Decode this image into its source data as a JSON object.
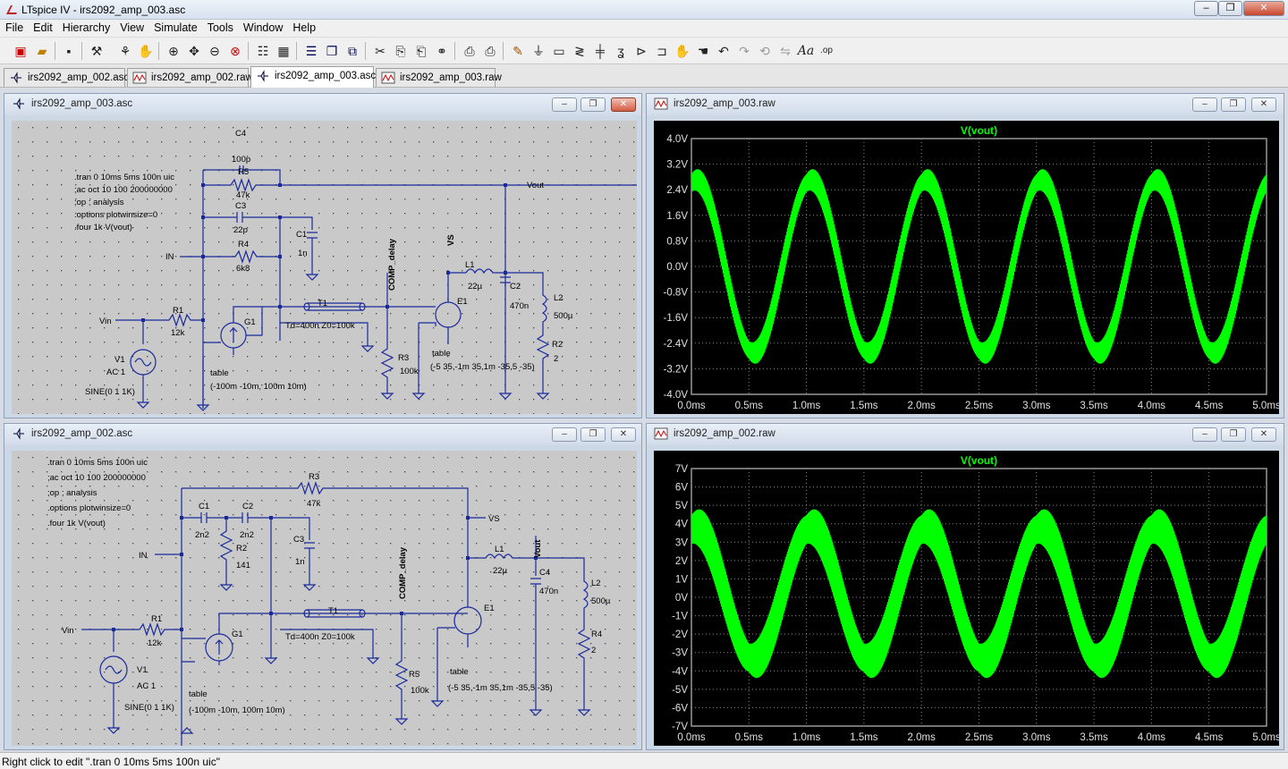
{
  "app": {
    "title": "LTspice IV - irs2092_amp_003.asc",
    "window_controls": {
      "minimize": "–",
      "restore": "❐",
      "close": "✕"
    }
  },
  "menu": [
    "File",
    "Edit",
    "Hierarchy",
    "View",
    "Simulate",
    "Tools",
    "Window",
    "Help"
  ],
  "toolbar_icons": [
    "new-schematic",
    "open",
    "save",
    "control-panel",
    "run",
    "halt",
    "zoom-in",
    "pan",
    "zoom-out",
    "zoom-fit",
    "autorange",
    "tile-horizontal",
    "cascade",
    "close-windows",
    "cut",
    "copy",
    "paste",
    "find",
    "print-setup",
    "print",
    "draw-wire",
    "ground",
    "label-net",
    "resistor",
    "capacitor",
    "inductor",
    "diode",
    "component",
    "move",
    "drag",
    "undo",
    "redo",
    "rotate",
    "mirror",
    "text",
    "spice-directive"
  ],
  "tabs": [
    {
      "label": "irs2092_amp_002.asc",
      "kind": "schematic",
      "active": false
    },
    {
      "label": "irs2092_amp_002.raw",
      "kind": "waveform",
      "active": false
    },
    {
      "label": "irs2092_amp_003.asc",
      "kind": "schematic",
      "active": true
    },
    {
      "label": "irs2092_amp_003.raw",
      "kind": "waveform",
      "active": false
    }
  ],
  "windows": {
    "sch003": {
      "title": "irs2092_amp_003.asc",
      "directives": [
        ".tran 0 10ms 5ms 100n uic",
        ";ac oct 10 100 200000000",
        ";op ; analysis",
        ".options plotwinsize=0",
        ".four 1k V(vout)"
      ],
      "labels": {
        "C4": "C4",
        "C4v": "100p",
        "R5": "R5",
        "R5v": "47k",
        "C3": "C3",
        "C3v": "22p",
        "R4": "R4",
        "R4v": "6k8",
        "C1": "C1",
        "C1v": "1n",
        "IN": "IN",
        "Vout": "Vout",
        "VS": "VS",
        "COMP": "COMP_delay",
        "L1": "L1",
        "L1v": "22µ",
        "C2": "C2",
        "C2v": "470n",
        "L2": "L2",
        "L2v": "500µ",
        "R2": "R2",
        "R2v": "2",
        "E1": "E1",
        "T1": "T1",
        "T1v": "Td=400n Z0=100k",
        "R1": "R1",
        "R1v": "12k",
        "G1": "G1",
        "Vin": "Vin",
        "V1": "V1",
        "V1ac": "AC 1",
        "V1sine": "SINE(0 1 1K)",
        "R3": "R3",
        "R3v": "100k",
        "Gtable": "table",
        "Gtablev": "(-100m -10m, 100m 10m)",
        "Etable": "table",
        "Etablev": "(-5 35,-1m 35,1m -35,5 -35)"
      }
    },
    "sch002": {
      "title": "irs2092_amp_002.asc",
      "directives": [
        ".tran 0 10ms 5ms 100n uic",
        ";ac oct 10 100 200000000",
        ";op ; analysis",
        ".options plotwinsize=0",
        ".four 1k V(vout)"
      ],
      "labels": {
        "R3": "R3",
        "R3v": "47k",
        "C1": "C1",
        "C1v": "2n2",
        "C2": "C2",
        "C2v": "2n2",
        "R2": "R2",
        "R2v": "141",
        "C3": "C3",
        "C3v": "1n",
        "IN": "IN",
        "VS": "VS",
        "Vout": "Vout",
        "COMP": "COMP_delay",
        "L1": "L1",
        "L1v": "22µ",
        "C4": "C4",
        "C4v": "470n",
        "L2": "L2",
        "L2v": "500µ",
        "R4": "R4",
        "R4v": "2",
        "E1": "E1",
        "T1": "T1",
        "T1v": "Td=400n Z0=100k",
        "R1": "R1",
        "R1v": "12k",
        "G1": "G1",
        "Vin": "Vin",
        "V1": "V1",
        "V1ac": "AC 1",
        "V1sine": "SINE(0 1 1K)",
        "R5": "R5",
        "R5v": "100k",
        "Gtable": "table",
        "Gtablev": "(-100m -10m, 100m 10m)",
        "Etable": "table",
        "Etablev": "(-5 35,-1m 35,1m -35,5 -35)"
      }
    },
    "raw003": {
      "title": "irs2092_amp_003.raw"
    },
    "raw002": {
      "title": "irs2092_amp_002.raw"
    }
  },
  "chart_data": [
    {
      "type": "line",
      "title": "V(vout)",
      "x_ticks": [
        "0.0ms",
        "0.5ms",
        "1.0ms",
        "1.5ms",
        "2.0ms",
        "2.5ms",
        "3.0ms",
        "3.5ms",
        "4.0ms",
        "4.5ms",
        "5.0ms"
      ],
      "y_ticks": [
        "4.0V",
        "3.2V",
        "2.4V",
        "1.6V",
        "0.8V",
        "0.0V",
        "-0.8V",
        "-1.6V",
        "-2.4V",
        "-3.2V",
        "-4.0V"
      ],
      "xlim": [
        0,
        5
      ],
      "ylim": [
        -4.0,
        4.0
      ],
      "series": [
        {
          "name": "V(vout)",
          "color": "#00ff00",
          "frequency_khz": 1,
          "amplitude_v": 2.7,
          "ripple_v": 0.5,
          "offset_v": 0.0
        }
      ]
    },
    {
      "type": "line",
      "title": "V(vout)",
      "x_ticks": [
        "0.0ms",
        "0.5ms",
        "1.0ms",
        "1.5ms",
        "2.0ms",
        "2.5ms",
        "3.0ms",
        "3.5ms",
        "4.0ms",
        "4.5ms",
        "5.0ms"
      ],
      "y_ticks": [
        "7V",
        "6V",
        "5V",
        "4V",
        "3V",
        "2V",
        "1V",
        "0V",
        "-1V",
        "-2V",
        "-3V",
        "-4V",
        "-5V",
        "-6V",
        "-7V"
      ],
      "xlim": [
        0,
        5
      ],
      "ylim": [
        -7,
        7
      ],
      "series": [
        {
          "name": "V(vout)",
          "color": "#00ff00",
          "frequency_khz": 1,
          "amplitude_v": 3.6,
          "ripple_v": 1.4,
          "offset_v": 0.2
        }
      ]
    }
  ],
  "status": "Right click to edit \".tran 0 10ms 5ms 100n uic\""
}
